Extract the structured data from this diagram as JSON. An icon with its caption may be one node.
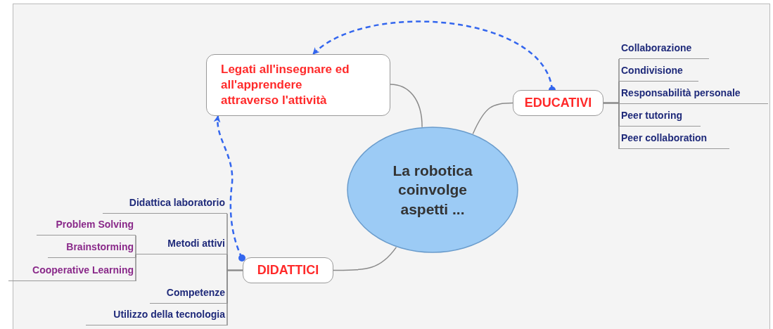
{
  "diagram": {
    "nodes": [
      {
        "text": [
          "La robotica coinvolge aspetti ..."
        ]
      },
      {
        "text": [
          "Legati all'insegnare ed all'apprendere attraverso l'attività"
        ]
      },
      {
        "text": [
          "EDUCATIVI"
        ]
      },
      {
        "text": [
          "Collaborazione"
        ]
      },
      {
        "text": [
          "Condivisione"
        ]
      },
      {
        "text": [
          "Responsabilità personale"
        ]
      },
      {
        "text": [
          "Peer tutoring"
        ]
      },
      {
        "text": [
          "Peer collaboration"
        ]
      },
      {
        "text": [
          "DIDATTICI"
        ]
      },
      {
        "text": [
          "Didattica laboratorio"
        ]
      },
      {
        "text": [
          "Metodi attivi"
        ]
      },
      {
        "text": [
          "Problem Solving"
        ]
      },
      {
        "text": [
          "Brainstorming"
        ]
      },
      {
        "text": [
          "Cooperative Learning"
        ]
      },
      {
        "text": [
          "Competenze"
        ]
      },
      {
        "text": [
          "Utilizzo della tecnologia"
        ]
      }
    ],
    "edges": [
      {
        "from": 0,
        "to": 1,
        "arrow": "none"
      },
      {
        "from": 0,
        "to": 2,
        "arrow": "none"
      },
      {
        "from": 0,
        "to": 8,
        "arrow": "none"
      },
      {
        "from": 2,
        "to": 3,
        "arrow": "none"
      },
      {
        "from": 2,
        "to": 4,
        "arrow": "none"
      },
      {
        "from": 2,
        "to": 5,
        "arrow": "none"
      },
      {
        "from": 2,
        "to": 6,
        "arrow": "none"
      },
      {
        "from": 2,
        "to": 7,
        "arrow": "none"
      },
      {
        "from": 8,
        "to": 9,
        "arrow": "none"
      },
      {
        "from": 8,
        "to": 10,
        "arrow": "none"
      },
      {
        "from": 8,
        "to": 14,
        "arrow": "none"
      },
      {
        "from": 8,
        "to": 15,
        "arrow": "none"
      },
      {
        "from": 10,
        "to": 11,
        "arrow": "none"
      },
      {
        "from": 10,
        "to": 12,
        "arrow": "none"
      },
      {
        "from": 10,
        "to": 13,
        "arrow": "none"
      },
      {
        "from": 2,
        "to": 1,
        "arrow": "to",
        "style": "dashed",
        "color": "#3366ee"
      },
      {
        "from": 8,
        "to": 1,
        "arrow": "to",
        "style": "dashed",
        "color": "#3366ee"
      }
    ]
  }
}
